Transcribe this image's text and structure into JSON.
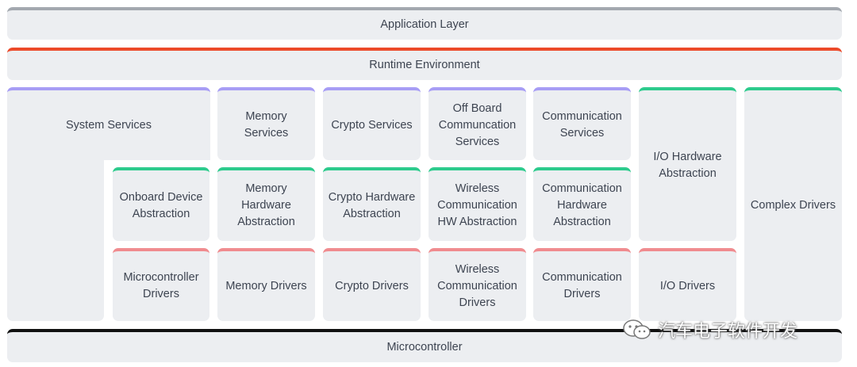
{
  "layers": {
    "application": "Application Layer",
    "runtime": "Runtime Environment",
    "microcontroller": "Microcontroller"
  },
  "services": {
    "system": "System Services",
    "memory": "Memory Services",
    "crypto": "Crypto Services",
    "offboard": "Off Board Communcation Services",
    "communication": "Communication Services"
  },
  "abstraction": {
    "onboard": "Onboard Device Abstraction",
    "memory": "Memory Hardware Abstraction",
    "crypto": "Crypto Hardware Abstraction",
    "wireless": "Wireless Communication HW Abstraction",
    "communication": "Communication Hardware Abstraction",
    "io": "I/O Hardware Abstraction"
  },
  "drivers": {
    "microcontroller": "Microcontroller Drivers",
    "memory": "Memory Drivers",
    "crypto": "Crypto Drivers",
    "wireless": "Wireless Communication Drivers",
    "communication": "Communication Drivers",
    "io": "I/O Drivers",
    "complex": "Complex Drivers"
  },
  "watermark": "汽车电子软件开发",
  "colors": {
    "application": "#a3a8af",
    "runtime": "#ec4a2a",
    "services": "#a79df5",
    "abstraction": "#2dcb8d",
    "drivers": "#f08b8f",
    "microcontroller": "#111111"
  }
}
